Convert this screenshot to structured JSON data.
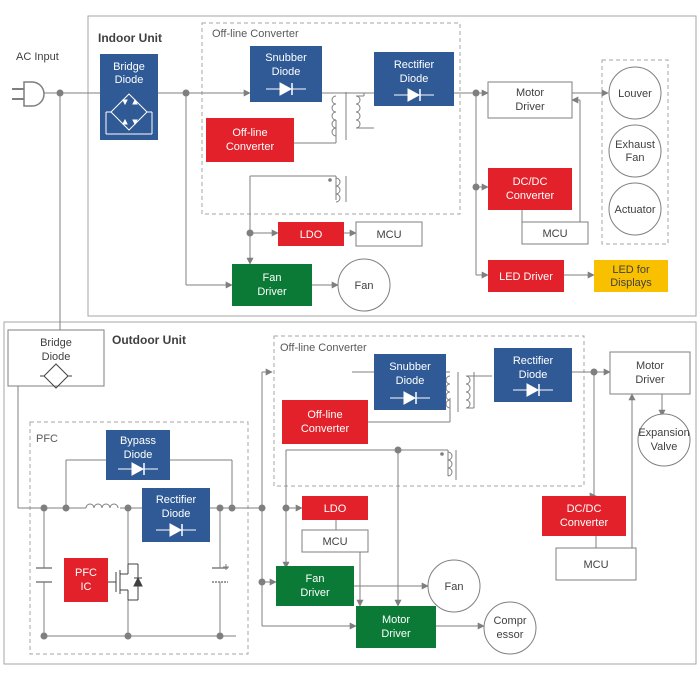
{
  "ac_input": "AC Input",
  "colors": {
    "blue": "#2f5a96",
    "red": "#e3212b",
    "green": "#0a7a36",
    "yellow": "#f9c000",
    "line": "#7f7f7f",
    "dash": "#a6a6a6"
  },
  "indoor": {
    "title": "Indoor Unit",
    "bridge": [
      "Bridge",
      "Diode"
    ],
    "offline_group": "Off-line Converter",
    "snubber": [
      "Snubber",
      "Diode"
    ],
    "rectifier": [
      "Rectifier",
      "Diode"
    ],
    "offline_conv": [
      "Off-line",
      "Converter"
    ],
    "motor_driver": [
      "Motor",
      "Driver"
    ],
    "louver": "Louver",
    "exhaust_fan": [
      "Exhaust",
      "Fan"
    ],
    "actuator": "Actuator",
    "dcdc": [
      "DC/DC",
      "Converter"
    ],
    "mcu_right": "MCU",
    "ldo": "LDO",
    "mcu": "MCU",
    "fan_driver": [
      "Fan",
      "Driver"
    ],
    "fan": "Fan",
    "led_driver": "LED Driver",
    "led_displays": [
      "LED for",
      "Displays"
    ]
  },
  "outdoor": {
    "title": "Outdoor Unit",
    "bridge": [
      "Bridge",
      "Diode"
    ],
    "pfc_group": "PFC",
    "bypass": [
      "Bypass",
      "Diode"
    ],
    "rectifier_pfc": [
      "Rectifier",
      "Diode"
    ],
    "pfc_ic": [
      "PFC",
      "IC"
    ],
    "offline_group": "Off-line Converter",
    "snubber": [
      "Snubber",
      "Diode"
    ],
    "rectifier": [
      "Rectifier",
      "Diode"
    ],
    "offline_conv": [
      "Off-line",
      "Converter"
    ],
    "ldo": "LDO",
    "mcu": "MCU",
    "fan_driver": [
      "Fan",
      "Driver"
    ],
    "fan": "Fan",
    "motor_driver": [
      "Motor",
      "Driver"
    ],
    "compressor": [
      "Compr",
      "essor"
    ],
    "motor_driver_right": [
      "Motor",
      "Driver"
    ],
    "expansion_valve": [
      "Expansion",
      "Valve"
    ],
    "dcdc": [
      "DC/DC",
      "Converter"
    ],
    "mcu_right": "MCU"
  }
}
